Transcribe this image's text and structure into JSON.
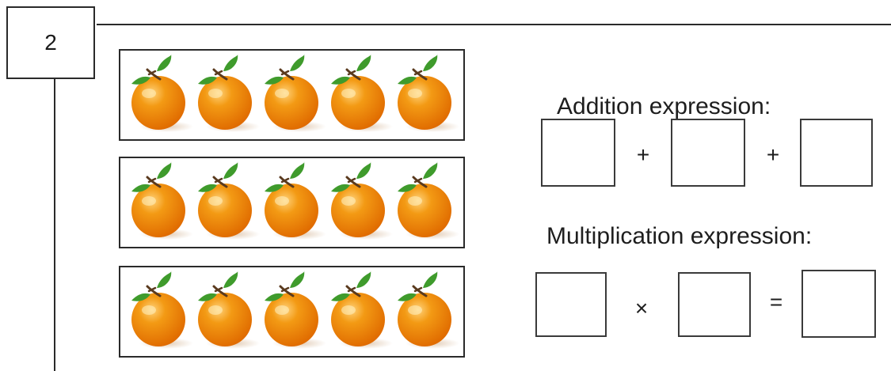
{
  "problem": {
    "number": "2"
  },
  "picture": {
    "rows": [
      {
        "count": 5,
        "item_icon": "orange-icon"
      },
      {
        "count": 5,
        "item_icon": "orange-icon"
      },
      {
        "count": 5,
        "item_icon": "orange-icon"
      }
    ],
    "colors": {
      "orange": "#f39a14",
      "orange_dark": "#e06b00",
      "leaf": "#3f9b2c",
      "stem": "#5a3a1e"
    }
  },
  "addition": {
    "label": "Addition expression:",
    "operator_1": "+",
    "operator_2": "+",
    "answers": [
      "",
      "",
      ""
    ]
  },
  "multiplication": {
    "label": "Multiplication expression:",
    "operator_times": "×",
    "operator_equals": "=",
    "answers": [
      "",
      "",
      ""
    ]
  }
}
